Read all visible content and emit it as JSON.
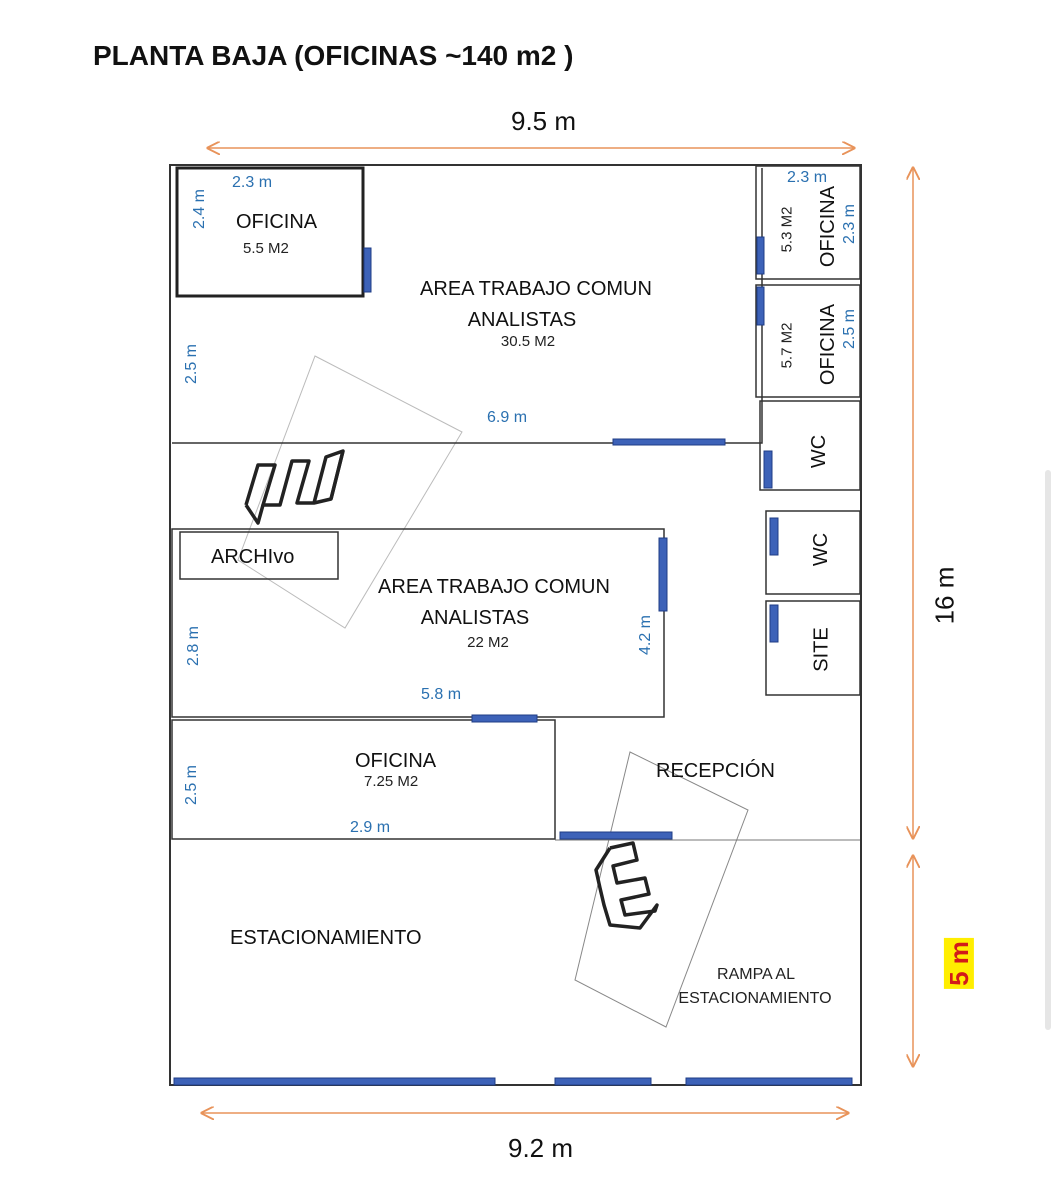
{
  "title": "PLANTA BAJA (OFICINAS ~140 m2 )",
  "overall": {
    "width_top": "9.5 m",
    "width_bottom": "9.2 m",
    "length_main": "16 m",
    "length_parking": "5 m"
  },
  "rooms": {
    "oficina_top_left": {
      "label": "OFICINA",
      "area": "5.5 M2",
      "dim_w": "2.3 m",
      "dim_h": "2.4 m"
    },
    "area_comun_1": {
      "label_line1": "AREA TRABAJO COMUN",
      "label_line2": "ANALISTAS",
      "area": "30.5 M2",
      "dim_w": "6.9 m",
      "dim_h": "2.5 m"
    },
    "oficina_right_1": {
      "label": "OFICINA",
      "area": "5.3 M2",
      "dim_w": "2.3 m",
      "dim_h": "2.3 m"
    },
    "oficina_right_2": {
      "label": "OFICINA",
      "area": "5.7 M2",
      "dim_h": "2.5 m"
    },
    "wc_1": {
      "label": "WC"
    },
    "wc_2": {
      "label": "WC"
    },
    "site": {
      "label": "SITE"
    },
    "archivo": {
      "label": "ARCHIvo"
    },
    "area_comun_2": {
      "label_line1": "AREA TRABAJO COMUN",
      "label_line2": "ANALISTAS",
      "area": "22 M2",
      "dim_w": "5.8 m",
      "dim_h_left": "2.8 m",
      "dim_h_right": "4.2 m"
    },
    "oficina_bottom": {
      "label": "OFICINA",
      "area": "7.25 M2",
      "dim_w": "2.9 m",
      "dim_h": "2.5 m"
    },
    "recepcion": {
      "label": "RECEPCIÓN"
    },
    "estacionamiento": {
      "label": "ESTACIONAMIENTO"
    },
    "rampa": {
      "label_line1": "RAMPA AL",
      "label_line2": "ESTACIONAMIENTO"
    }
  },
  "colors": {
    "wall": "#333333",
    "door": "#3d62b8",
    "door_edge": "#1f3c86",
    "dimension_text": "#2a70b0",
    "dimension_arrow": "#e8935a",
    "highlight_bg": "#ffee00",
    "highlight_text": "#d21a1a"
  }
}
